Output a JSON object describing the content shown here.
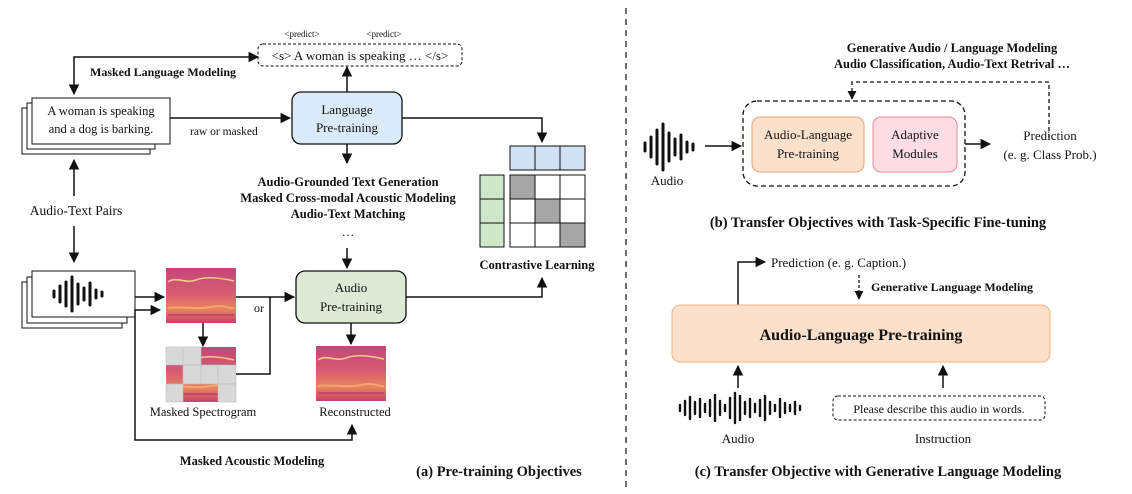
{
  "panel_a": {
    "predict_1": "<predict>",
    "predict_2": "<predict>",
    "sequence": "<s> A woman is speaking … </s>",
    "masked_lm": "Masked Language Modeling",
    "caption_line1": "A woman is speaking",
    "caption_line2": "and a dog is barking.",
    "raw_or_masked": "raw or masked",
    "language_pretraining_line1": "Language",
    "language_pretraining_line2": "Pre-training",
    "objectives": [
      "Audio-Grounded Text Generation",
      "Masked Cross-modal Acoustic Modeling",
      "Audio-Text Matching",
      "…"
    ],
    "audio_text_pairs": "Audio-Text Pairs",
    "or": "or",
    "audio_pretraining_line1": "Audio",
    "audio_pretraining_line2": "Pre-training",
    "contrastive_learning": "Contrastive Learning",
    "masked_spectrogram": "Masked Spectrogram",
    "reconstructed": "Reconstructed",
    "masked_acoustic_modeling": "Masked Acoustic Modeling",
    "title": "(a) Pre-training Objectives"
  },
  "panel_b": {
    "task_line1": "Generative Audio / Language Modeling",
    "task_line2": "Audio Classification, Audio-Text Retrival …",
    "audio": "Audio",
    "alp_line1": "Audio-Language",
    "alp_line2": "Pre-training",
    "adaptive_line1": "Adaptive",
    "adaptive_line2": "Modules",
    "prediction_line1": "Prediction",
    "prediction_line2": "(e. g. Class Prob.)",
    "title": "(b) Transfer Objectives with Task-Specific Fine-tuning"
  },
  "panel_c": {
    "prediction": "Prediction (e. g. Caption.)",
    "generative_lm": "Generative Language Modeling",
    "alp": "Audio-Language Pre-training",
    "audio": "Audio",
    "instruction_text": "Please describe this audio in words.",
    "instruction": "Instruction",
    "title": "(c) Transfer Objective with Generative Language Modeling"
  },
  "colors": {
    "language_box": "#dbeaf8",
    "audio_box": "#ddebd6",
    "alp_box": "#fbe1cb",
    "adaptive_box": "#fbdde3",
    "adaptive_border": "#e58a9a",
    "blue_cell": "#cfe1f3",
    "green_cell": "#cfe6c9",
    "gray_cell": "#a6a6a6",
    "spectrogram_base": "#d0537a"
  },
  "icons": [
    "waveform-icon",
    "spectrogram-icon",
    "document-stack-icon"
  ]
}
